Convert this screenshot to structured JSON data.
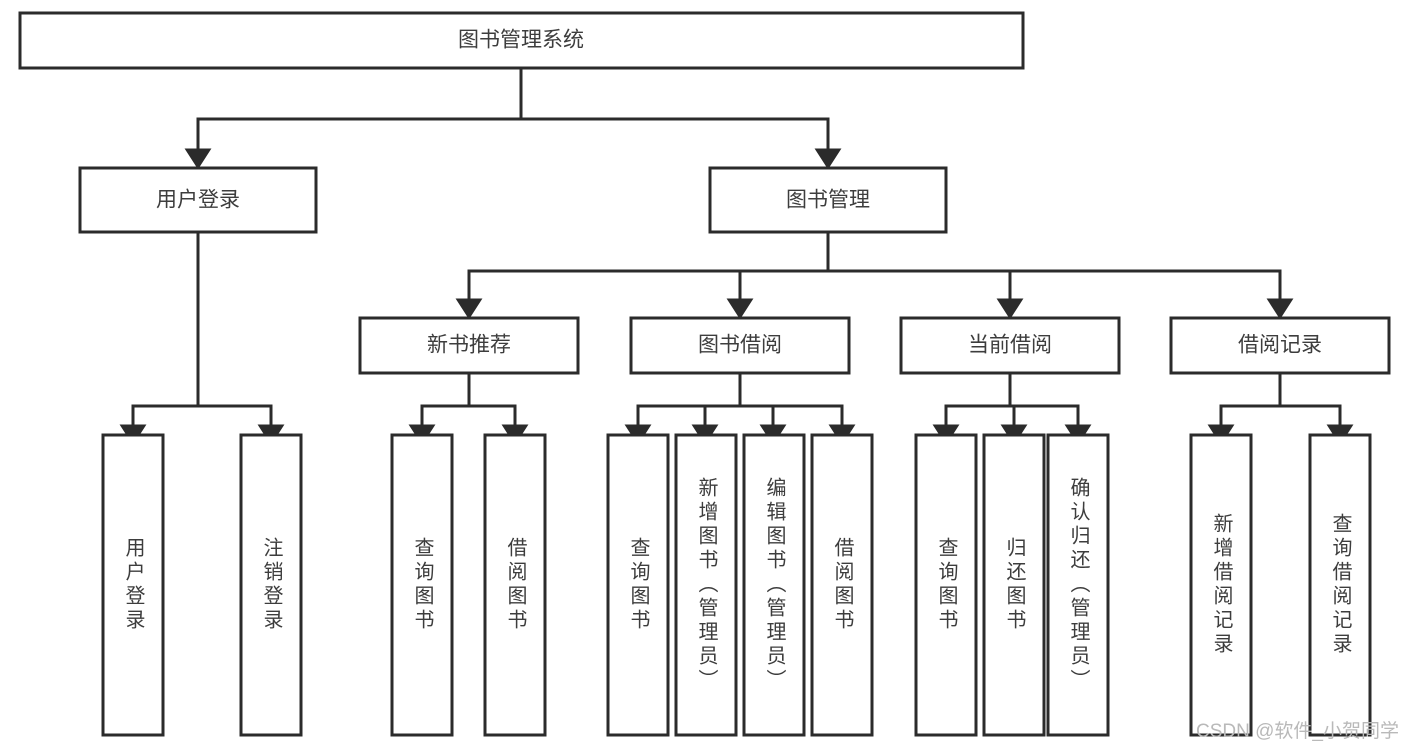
{
  "diagram": {
    "type": "tree-hierarchy-chart",
    "title": "图书管理系统",
    "watermark": "CSDN @软件_小贺同学",
    "colors": {
      "background": "#ffffff",
      "box_fill": "#ffffff",
      "box_stroke": "#2b2b2b",
      "text": "#3d3d3d",
      "watermark": "#b9b9b9"
    },
    "levels": [
      {
        "level": 1,
        "nodes": [
          {
            "id": "root",
            "label": "图书管理系统"
          }
        ]
      },
      {
        "level": 2,
        "nodes": [
          {
            "id": "login",
            "label": "用户登录",
            "parent": "root"
          },
          {
            "id": "bookmgmt",
            "label": "图书管理",
            "parent": "root"
          }
        ]
      },
      {
        "level": 3,
        "nodes": [
          {
            "id": "newbook",
            "label": "新书推荐",
            "parent": "bookmgmt"
          },
          {
            "id": "borrow",
            "label": "图书借阅",
            "parent": "bookmgmt"
          },
          {
            "id": "current",
            "label": "当前借阅",
            "parent": "bookmgmt"
          },
          {
            "id": "record",
            "label": "借阅记录",
            "parent": "bookmgmt"
          }
        ]
      },
      {
        "level": 4,
        "nodes": [
          {
            "id": "leaf-1",
            "label": "用户登录",
            "parent": "login"
          },
          {
            "id": "leaf-2",
            "label": "注销登录",
            "parent": "login"
          },
          {
            "id": "leaf-3",
            "label": "查询图书",
            "parent": "newbook"
          },
          {
            "id": "leaf-4",
            "label": "借阅图书",
            "parent": "newbook"
          },
          {
            "id": "leaf-5",
            "label": "查询图书",
            "parent": "borrow"
          },
          {
            "id": "leaf-6",
            "label": "新增图书（管理员）",
            "parent": "borrow"
          },
          {
            "id": "leaf-7",
            "label": "编辑图书（管理员）",
            "parent": "borrow"
          },
          {
            "id": "leaf-8",
            "label": "借阅图书",
            "parent": "borrow"
          },
          {
            "id": "leaf-9",
            "label": "查询图书",
            "parent": "current"
          },
          {
            "id": "leaf-10",
            "label": "归还图书",
            "parent": "current"
          },
          {
            "id": "leaf-11",
            "label": "确认归还（管理员）",
            "parent": "current"
          },
          {
            "id": "leaf-12",
            "label": "新增借阅记录",
            "parent": "record"
          },
          {
            "id": "leaf-13",
            "label": "查询借阅记录",
            "parent": "record"
          }
        ]
      }
    ]
  }
}
